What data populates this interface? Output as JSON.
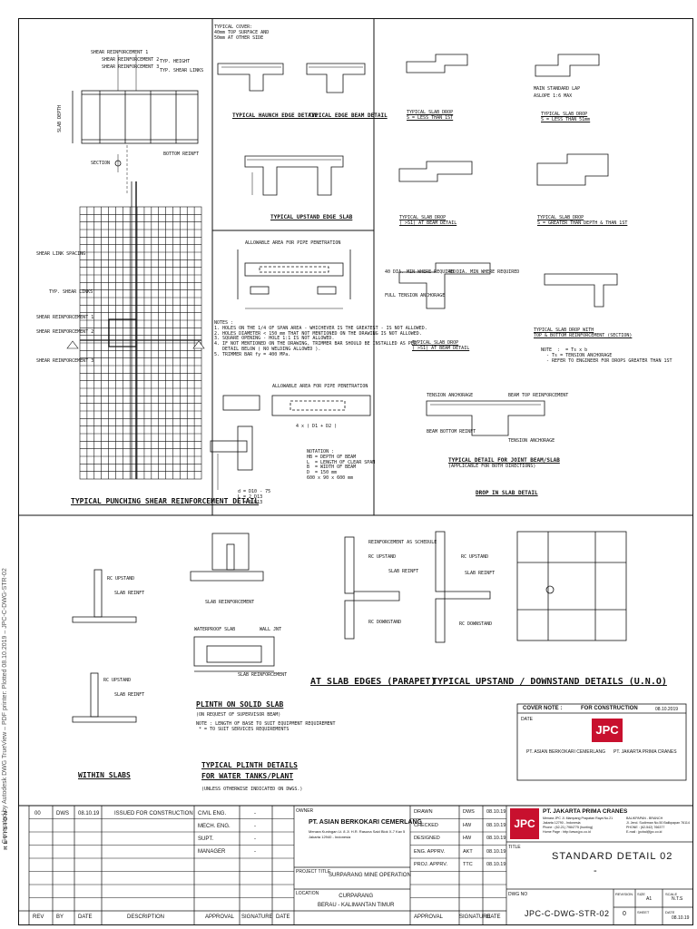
{
  "side_note": "Generated by Autodesk DWG TrueView – PDF printer: Plotted 08.10.2019 – JPC-C-DWG-STR-02",
  "revision_label": "REVISION",
  "top_left": {
    "title": "TYPICAL PUNCHING SHEAR REINFORCEMENT DETAIL",
    "labels": [
      "SHEAR REINFORCEMENT 1",
      "SHEAR REINFORCEMENT 2",
      "SHEAR REINFORCEMENT 3",
      "TYP. SHEAR LINKS",
      "TYP. HEIGHT",
      "BOTTOM REINFT",
      "SECTION",
      "SHEAR LINK SPACING",
      "TYP. SHEAR LINKS",
      "SHEAR REINFORCEMENT 1",
      "SHEAR REINFORCEMENT 2",
      "SHEAR REINFORCEMENT 3",
      "SLAB DEPTH"
    ]
  },
  "top_mid": {
    "detail1": "TYPICAL HAUNCH EDGE DETAIL",
    "detail2": "TYPICAL EDGE BEAM DETAIL",
    "detail3": "TYPICAL UPSTAND EDGE SLAB",
    "note1": "TYPICAL COVER:\n40mm TOP SURFACE AND\n50mm AT OTHER SIDE",
    "penetration_title": "ALLOWABLE AREA FOR PIPE PENETRATION",
    "notes": "NOTES :\n1. HOLES ON THE 1/4 OF SPAN AREA - WHICHEVER IS THE GREATEST - IS NOT ALLOWED.\n2. HOLES DIAMETER < 150 mm THAT NOT MENTIONED ON THE DRAWING IS NOT ALLOWED.\n3. SQUARE OPENING - HOLE 1:1 IS NOT ALLOWED.\n4. IF NOT MENTIONED ON THE DRAWING, TRIMMER BAR SHOULD BE INSTALLED AS PER\n   DETAIL BELOW ( NO WELDING ALLOWED ).\n5. TRIMMER BAR fy = 400 MPa.",
    "penetration2": "ALLOWABLE AREA FOR PIPE PENETRATION",
    "notation": "NOTATION :\nHB = DEPTH OF BEAM\nL  = LENGTH OF CLEAR SPAN\nB  = WIDTH OF BEAM\nD  = 150 mm\n600 x 90 x 600 mm",
    "formula": "4 x ( D1 + D2 )",
    "bars": "d = D10 - 75\nL = 2 D13\nL = 3 D13"
  },
  "top_right": {
    "drop1": "TYPICAL SLAB DROP\nS = LESS THAN 1ST",
    "drop2": "TYPICAL SLAB DROP\nS = LESS THAN 51mm",
    "drop3": "TYPICAL SLAB DROP\n( >S1) AT BEAM DETAIL",
    "drop4": "TYPICAL SLAB DROP\nS = GREATER THAN DEPTH & THAN 1ST",
    "drop5": "TYPICAL SLAB DROP\n( >S1) AT BEAM DETAIL",
    "drop6": "TYPICAL SLAB DROP WITH\nTOP & BOTTOM REINFORCEMENT (SECTION)",
    "drop6_note": "NOTE  :  = Ts x b\n  - Ts = TENSION ANCHORAGE\n  - REFER TO ENGINEER FOR DROPS GREATER THAN 1ST",
    "bottom_detail": "TYPICAL DETAIL FOR JOINT BEAM/SLAB",
    "bottom_detail_sub": "(APPLICABLE FOR BOTH DIRECTIONS)",
    "drop_slab": "DROP IN SLAB DETAIL",
    "labels": [
      "TENSION ANCHORAGE",
      "BEAM TOP REINFORCEMENT",
      "BEAM BOTTOM REINFT",
      "TENSION ANCHORAGE",
      "40 DIA. MIN WHERE REQUIRED",
      "40 DIA. MIN WHERE REQUIRED",
      "FULL TENSION ANCHORAGE",
      "MAIN STANDARD LAP",
      "ASLOPE 1:6 MAX"
    ]
  },
  "bottom": {
    "within": "WITHIN SLABS",
    "plinth": "PLINTH ON SOLID SLAB",
    "plinth_sub": "(ON REQUEST OF SUPERVISOR BEAM)",
    "plinth_note": "NOTE : LENGTH OF BASE TO SUIT EQUIPMENT REQUIREMENT\n * = TO SUIT SERVICES REQUIREMENTS",
    "plinth_title": "TYPICAL PLINTH DETAILS\nFOR WATER TANKS/PLANT",
    "plinth_title_sub": "(UNLESS OTHERWISE INDICATED ON DWGS.)",
    "parapet": "AT SLAB EDGES (PARAPET)",
    "upstand": "TYPICAL UPSTAND / DOWNSTAND DETAILS (U.N.O)",
    "labels": [
      "RC UPSTAND",
      "SLAB REINFT",
      "RC UPSTAND",
      "SLAB REINFT",
      "SLAB REINFORCEMENT",
      "SLAB REINFORCEMENT",
      "REINFORCEMENT AS SCHEDULE",
      "RC UPSTAND",
      "SLAB REINFT",
      "RC DOWNSTAND",
      "RC UPSTAND",
      "SLAB REINFT",
      "RC DOWNSTAND",
      "WATERPROOF SLAB",
      "WALL JNT"
    ]
  },
  "cover": {
    "label": "COVER NOTE :",
    "value": "FOR CONSTRUCTION",
    "date": "08.10.2019",
    "date_small": "DATE",
    "company_left": "PT. ASIAN BERKOKARI CEMERLANG",
    "company_right": "PT. JAKARTA PRIMA CRANES",
    "logo_text": "JPC"
  },
  "title_block": {
    "rev_row": [
      "00",
      "DWS",
      "08.10.19",
      "ISSUED FOR CONSTRUCTION"
    ],
    "headers": [
      "REV",
      "BY",
      "DATE",
      "DESCRIPTION",
      "APPROVAL",
      "SIGNATURE",
      "DATE"
    ],
    "approvers": [
      "CIVIL ENG.",
      "MECH. ENG.",
      "SUPT.",
      "MANAGER"
    ],
    "approver_vals": [
      "-",
      "-",
      "-",
      "-"
    ],
    "owner_label": "OWNER",
    "owner_name": "PT. ASIAN BERKOKARI CEMERLANG",
    "owner_addr": "Menara Kuningan Lt. 8 Jl. H.R. Rasuna Said Blok X-7 Kav 5\nJakarta 12940 - Indonesia",
    "project_label": "PROJECT TITLE",
    "project": "SURPARANG MINE OPERATION",
    "location_label": "LOCATION",
    "location": "CURPARANG\nBERAU - KALIMANTAN TIMUR",
    "staff": [
      [
        "DRAWN",
        "DWS",
        "08.10.19"
      ],
      [
        "CHECKED",
        "HW",
        "08.10.19"
      ],
      [
        "DESIGNED",
        "HW",
        "08.10.19"
      ],
      [
        "ENG. APPRV.",
        "AKT",
        "08.10.19"
      ],
      [
        "PROJ. APPRV.",
        "TTC",
        "08.10.19"
      ]
    ],
    "staff_headers": [
      "APPROVAL",
      "SIGNATURE",
      "DATE"
    ],
    "contractor": "PT. JAKARTA PRIMA CRANES",
    "contractor_addr": "Menara JPC Jl. Mampang Prapatan Raya No.21\nJakarta 12790 - Indonesia\nPhone : (62-21) 7984775 (hunting)\nHome Page : http://www.jpc.co.id",
    "branch": "BALIKPAPAN - BRANCH\nJl. Jend. Sudirman No.50 Balikpapan 76114\nPHONE : (62-542) 766377\nE-mail : jpcbal@jpc.co.id",
    "title_label": "TITLE",
    "title": "STANDARD DETAIL 02",
    "title_dash": "-",
    "dwg_label": "DWG NO",
    "dwg_no": "JPC-C-DWG-STR-02",
    "rev_label": "REVISION",
    "rev_no": "0",
    "size_label": "SIZE",
    "size": "A1",
    "scale_label": "SCALE",
    "scale": "N.T.S",
    "sheet_label": "SHEET",
    "date_label": "DATE",
    "date": "08.10.19"
  }
}
